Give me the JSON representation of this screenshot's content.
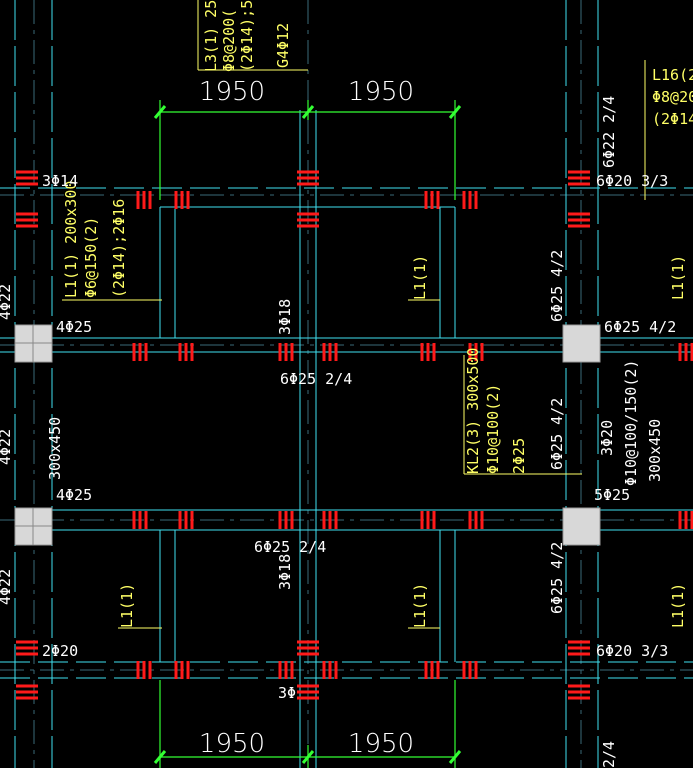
{
  "colors": {
    "background": "#000000",
    "beam_line": "#40e0f0",
    "axis_line": "#3a6a78",
    "rebar_mark": "#ff1a1a",
    "dimension_line": "#33ff33",
    "column_fill": "#d8d8d8",
    "annotation_white": "#ffffff",
    "annotation_yellow": "#ffff66"
  },
  "dimensions": {
    "top_left": "1950",
    "top_right": "1950",
    "bottom_left": "1950",
    "bottom_right": "1950"
  },
  "labels": {
    "l3_line1": "L3(1) 25",
    "l3_line2": "Φ8@200(",
    "l3_line3": "(2Φ14);5",
    "l3_line4": "G4Φ12",
    "l16_line1": "L16(2",
    "l16_line2": "Φ8@20",
    "l16_line3": "(2Φ14",
    "l1_line1": "L1(1) 200x300",
    "l1_line2": "Φ6@150(2)",
    "l1_line3": "(2Φ14);2Φ16",
    "top_left_bar": "3Φ14",
    "top_right_bar": "6Φ20 3/3",
    "right_col_top": "6Φ22 2/4",
    "left_col_mid1": "4Φ22",
    "left_col_mid2": "4Φ22",
    "left_col_bot": "4Φ22",
    "col_4phi25_a": "4Φ25",
    "col_4phi25_b": "4Φ25",
    "center_3phi18_a": "3Φ18",
    "center_3phi18_b": "3Φ18",
    "l1_center_a": "L1(1)",
    "l1_center_b": "L1(1)",
    "l1_right_a": "L1(1)",
    "l1_right_b": "L1(1)",
    "l1_left_b": "L1(1)",
    "beam_bot_a": "6Φ25 2/4",
    "beam_bot_b": "6Φ25 2/4",
    "right_col_a": "6Φ25 4/2",
    "right_col_b": "6Φ25 4/2",
    "right_col_c": "6Φ25 4/2",
    "right_col_label": "6Φ25 4/2",
    "kl2_line1": "KL2(3) 300x500",
    "kl2_line2": "Φ10@100(2)",
    "kl2_line3": "2Φ25",
    "col_300x450": "300x450",
    "right_3phi20": "3Φ20",
    "right_stirrup": "Φ10@100/150(2)",
    "right_300x450": "300x450",
    "col_5phi25": "5Φ25",
    "bottom_left_bar": "2Φ20",
    "bottom_right_bar": "6Φ20 3/3",
    "bottom_center_bar": "3Φ",
    "bottom_right_col": "2/4"
  }
}
